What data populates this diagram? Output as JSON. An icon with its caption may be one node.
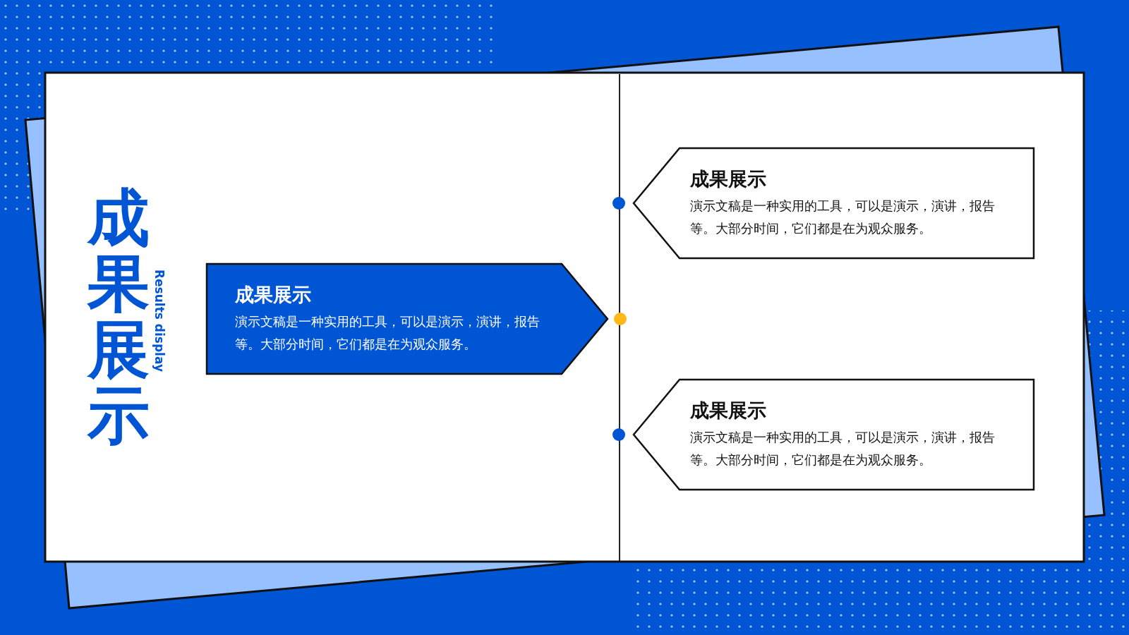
{
  "diagram": {
    "title": "成果展示",
    "nodes": [
      {
        "text": [
          "成果展示",
          "演示文稿是一种实用的工具，可以是演示，演讲，报告等。大部分时间，它们都是在为观众服务。"
        ]
      },
      {
        "text": [
          "成果展示",
          "演示文稿是一种实用的工具，可以是演示，演讲，报告等。大部分时间，它们都是在为观众服务。"
        ]
      },
      {
        "text": [
          "成果展示",
          "演示文稿是一种实用的工具，可以是演示，演讲，报告等。大部分时间，它们都是在为观众服务。"
        ]
      }
    ],
    "edges": [],
    "labels": [
      "Results display"
    ]
  }
}
